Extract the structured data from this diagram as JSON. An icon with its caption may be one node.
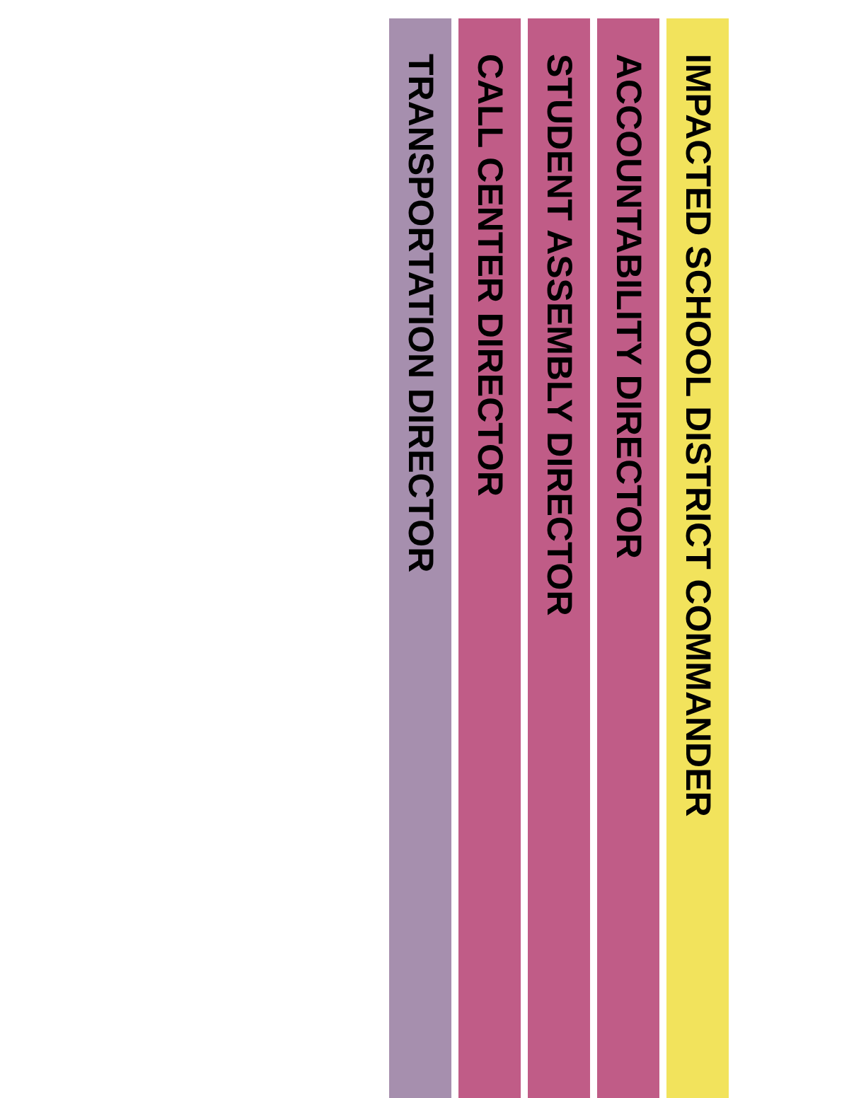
{
  "diagram": {
    "nodes": [
      {
        "text": [
          "IMPACTED SCHOOL DISTRICT COMMANDER"
        ]
      },
      {
        "text": [
          "ACCOUNTABILITY DIRECTOR"
        ]
      },
      {
        "text": [
          "STUDENT ASSEMBLY DIRECTOR"
        ]
      },
      {
        "text": [
          "CALL CENTER DIRECTOR"
        ]
      },
      {
        "text": [
          "TRANSPORTATION DIRECTOR"
        ]
      }
    ]
  }
}
